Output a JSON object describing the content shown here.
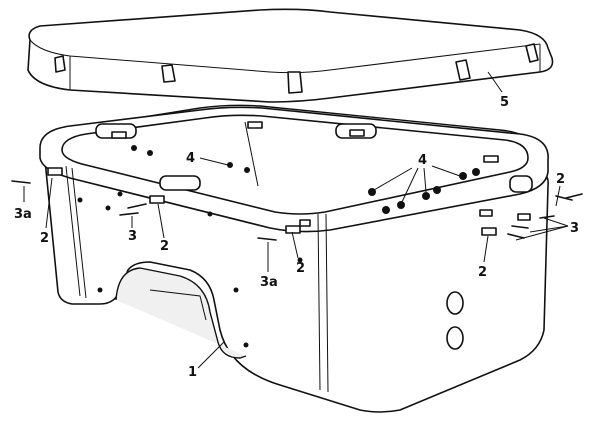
{
  "labels": {
    "lid": "5",
    "top_frame": "4",
    "top_frame_right": "4",
    "hinge_left": "2",
    "hinge_mid_left": "2",
    "hinge_mid": "2",
    "hinge_right_top": "2",
    "hinge_right_bottom": "2",
    "screw_left": "3a",
    "screw_mid_left": "3",
    "screw_mid": "3a",
    "screw_right": "3",
    "tub_body": "1"
  }
}
